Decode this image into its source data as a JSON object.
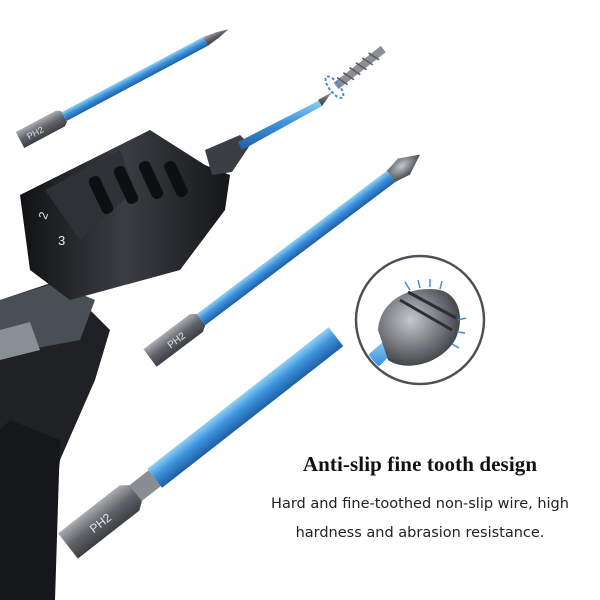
{
  "product": {
    "headline": "Anti-slip fine tooth design",
    "description": "Hard and fine-toothed non-slip wire, high hardness and abrasion resistance.",
    "bit_label": "PH2",
    "dial_numbers": [
      "2",
      "3"
    ]
  },
  "colors": {
    "bit_blue": "#3b8fd8",
    "bit_blue_light": "#7fc0ef",
    "steel": "#6d7075",
    "drill_body": "#2a2c30"
  }
}
